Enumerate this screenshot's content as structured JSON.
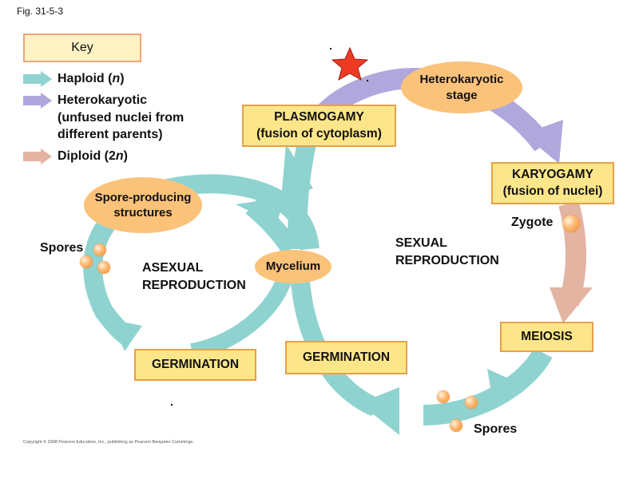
{
  "figure_label": "Fig. 31-5-3",
  "key": {
    "title": "Key",
    "items": [
      {
        "label": "Haploid (n)",
        "color": "#8fd3d0"
      },
      {
        "label": "Heterokaryotic\n(unfused nuclei from\ndifferent parents)",
        "color": "#b0a8dc"
      },
      {
        "label": "Diploid (2n)",
        "color": "#e3b4a2"
      }
    ]
  },
  "stages": {
    "plasmogamy": "PLASMOGAMY\n(fusion of cytoplasm)",
    "heterokaryotic_stage": "Heterokaryotic\nstage",
    "karyogamy": "KARYOGAMY\n(fusion of nuclei)",
    "zygote": "Zygote",
    "meiosis": "MEIOSIS",
    "spores_sexual": "Spores",
    "germination_sexual": "GERMINATION",
    "sexual_reproduction": "SEXUAL\nREPRODUCTION",
    "mycelium": "Mycelium",
    "spore_producing": "Spore-producing\nstructures",
    "spores_asexual": "Spores",
    "asexual_reproduction": "ASEXUAL\nREPRODUCTION",
    "germination_asexual": "GERMINATION"
  },
  "colors": {
    "haploid": "#8fd3d0",
    "heterokaryotic": "#b0a8dc",
    "diploid": "#e3b4a2",
    "box_fill": "#fde68a",
    "box_border": "#e5a04a",
    "ellipse_fill": "#fbc27a",
    "star": "#ee3a24"
  },
  "copyright": "Copyright © 2008 Pearson Education, Inc., publishing as Pearson Benjamin Cummings."
}
